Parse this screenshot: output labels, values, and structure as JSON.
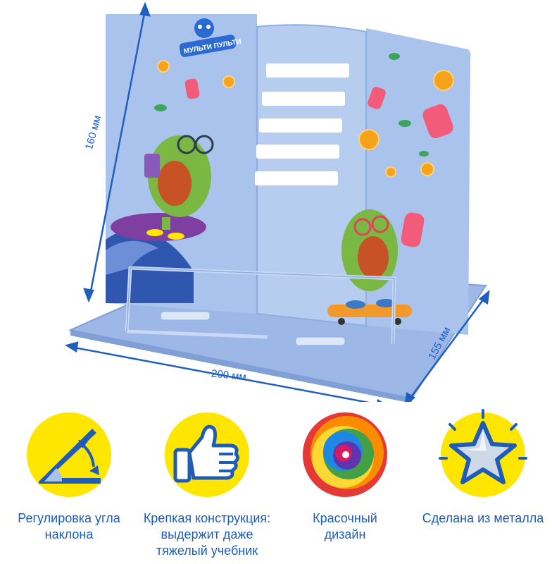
{
  "dimensions": {
    "height": "160 мм",
    "width": "200 мм",
    "depth": "155 мм"
  },
  "brand": {
    "logo_text": "МУЛЬТИ ПУЛЬТИ"
  },
  "features": [
    {
      "icon": "angle-adjust-icon",
      "lines": [
        "Регулировка угла",
        "наклона"
      ]
    },
    {
      "icon": "thumbs-up-icon",
      "lines": [
        "Крепкая конструкция:",
        "выдержит даже",
        "тяжелый учебник"
      ]
    },
    {
      "icon": "color-swirl-icon",
      "lines": [
        "Красочный",
        "дизайн"
      ]
    },
    {
      "icon": "metal-star-icon",
      "lines": [
        "Сделана из металла"
      ]
    }
  ],
  "colors": {
    "accent": "#1d5db8",
    "feature_circle": "#ffe600",
    "stand_blue": "#a9c3ec",
    "stand_dark": "#7f9fd6"
  }
}
